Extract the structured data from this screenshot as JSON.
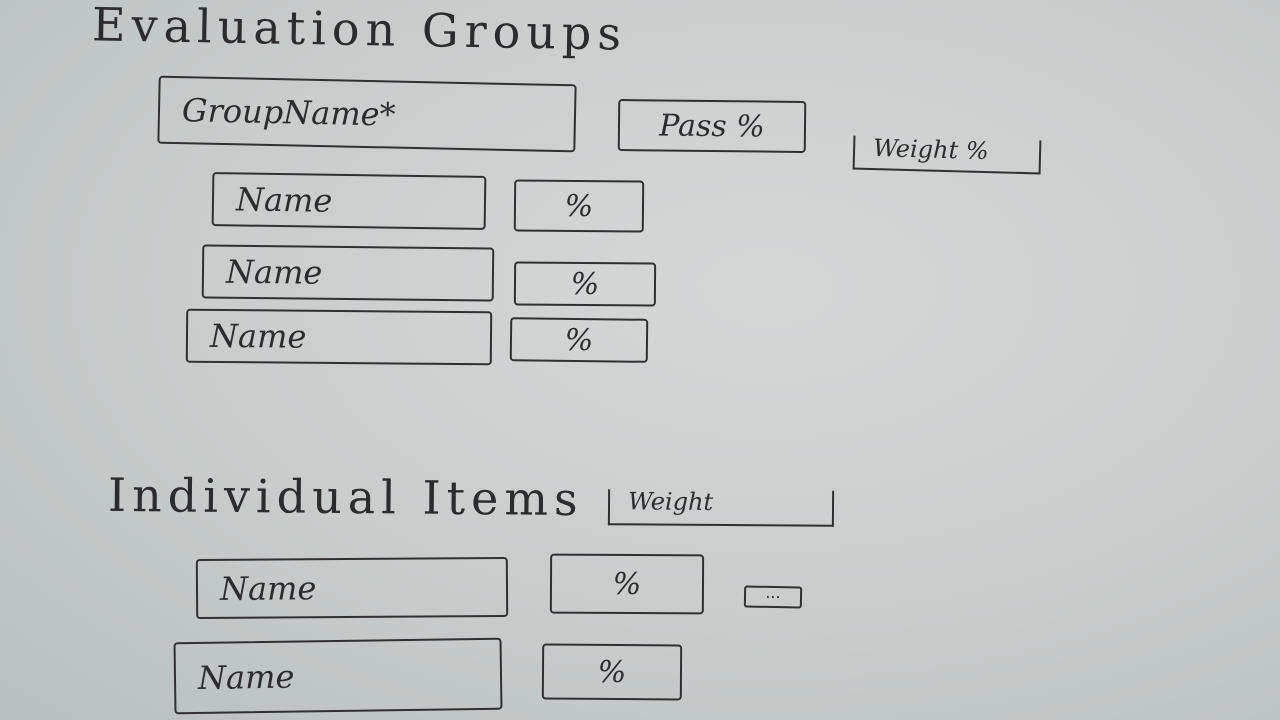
{
  "evaluation_groups": {
    "title": "Evaluation Groups",
    "group": {
      "name": "GroupName*",
      "pass": "Pass %",
      "weight": "Weight %"
    },
    "items": [
      {
        "name": "Name",
        "pct": "%"
      },
      {
        "name": "Name",
        "pct": "%"
      },
      {
        "name": "Name",
        "pct": "%"
      }
    ]
  },
  "individual_items": {
    "title": "Individual Items",
    "weight": "Weight",
    "more": "...",
    "items": [
      {
        "name": "Name",
        "pct": "%"
      },
      {
        "name": "Name",
        "pct": "%"
      }
    ]
  }
}
